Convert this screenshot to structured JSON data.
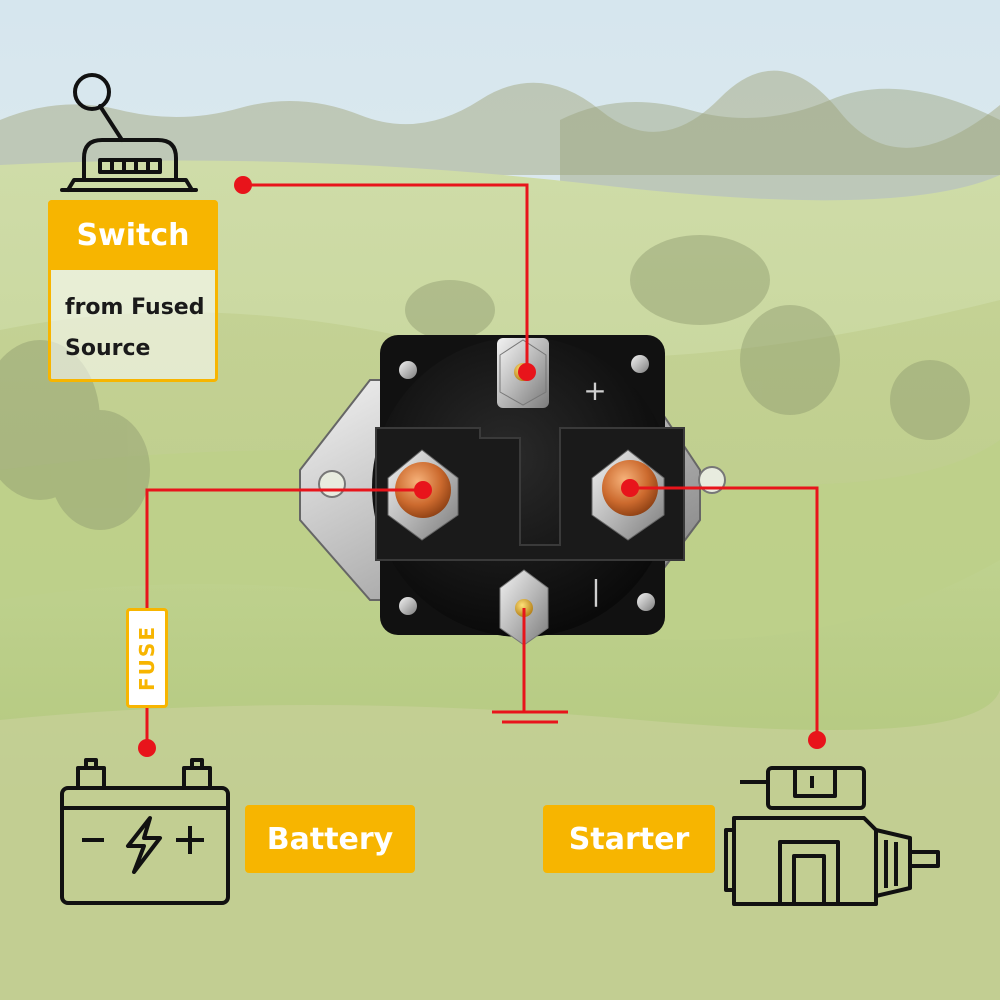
{
  "labels": {
    "switch_title": "Switch",
    "switch_sub_line1": "from Fused",
    "switch_sub_line2": "Source",
    "battery": "Battery",
    "starter": "Starter",
    "fuse": "FUSE"
  },
  "terminals": {
    "positive_mark": "+",
    "negative_mark": "|"
  },
  "colors": {
    "accent": "#f7b500",
    "wire": "#e8141b",
    "icon_stroke": "#111111",
    "sky": "#dce9ef",
    "field": "#b8cc7a"
  },
  "icons": [
    "switch-lever-icon",
    "battery-icon",
    "starter-motor-icon",
    "ground-icon"
  ]
}
